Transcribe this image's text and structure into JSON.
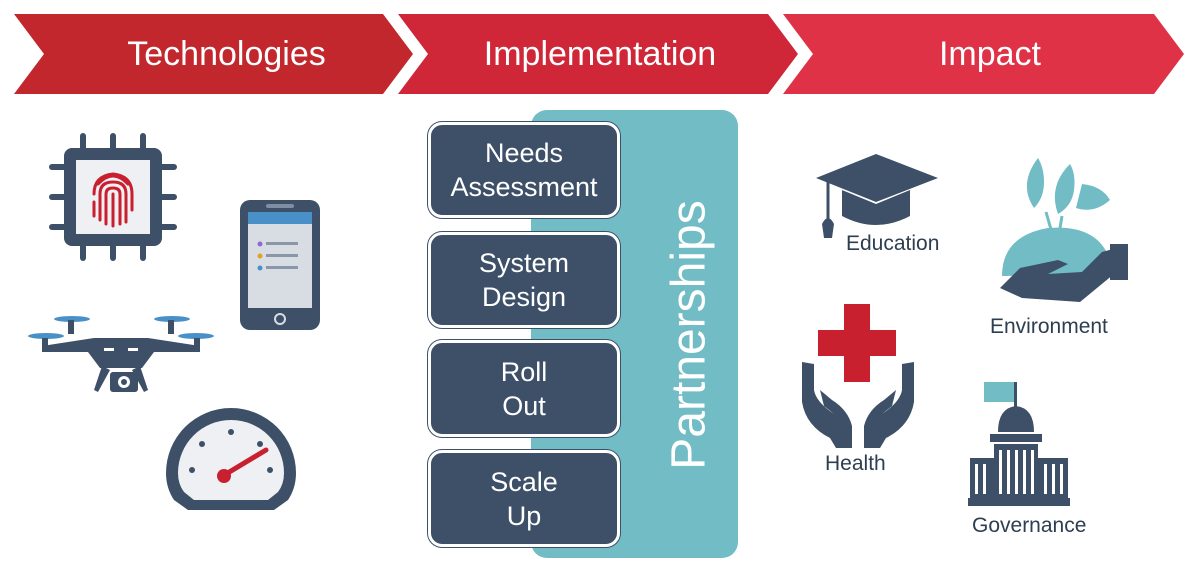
{
  "stages": [
    {
      "label": "Technologies"
    },
    {
      "label": "Implementation"
    },
    {
      "label": "Impact"
    }
  ],
  "steps": [
    {
      "line1": "Needs",
      "line2": "Assessment"
    },
    {
      "line1": "System",
      "line2": "Design"
    },
    {
      "line1": "Roll",
      "line2": "Out"
    },
    {
      "line1": "Scale",
      "line2": "Up"
    }
  ],
  "partnerships_label": "Partnerships",
  "impacts": {
    "education": "Education",
    "environment": "Environment",
    "health": "Health",
    "governance": "Governance"
  },
  "technology_icons": [
    "fingerprint-chip-icon",
    "smartphone-icon",
    "drone-icon",
    "speedometer-icon"
  ],
  "colors": {
    "chevron_dark": "#c1272d",
    "chevron_mid": "#cf2638",
    "chevron_light": "#e03247",
    "navy": "#3d5068",
    "teal": "#71bcc5",
    "red_cross": "#c8202f"
  }
}
